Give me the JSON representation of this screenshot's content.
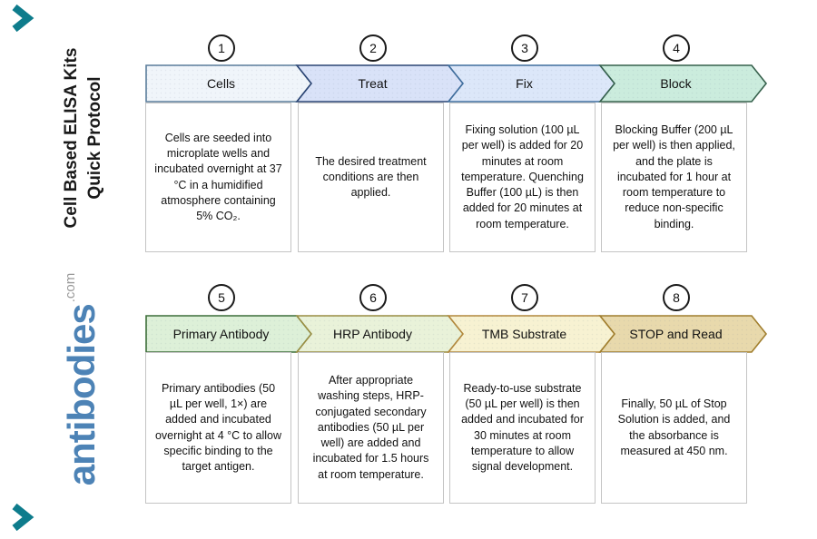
{
  "brand": {
    "logo_text": "antibodies",
    "logo_suffix": ".com",
    "logo_color": "#4d83b6",
    "chevron_color": "#0e7c8c"
  },
  "title": {
    "line1": "Cell Based ELISA Kits",
    "line2": "Quick Protocol"
  },
  "steps": [
    {
      "number": "1",
      "label": "Cells",
      "fill": "#f0f5fa",
      "border": "#5a7d9b",
      "description": "Cells are seeded into microplate wells and incubated overnight at 37 °C in a humidified atmosphere containing 5% CO₂."
    },
    {
      "number": "2",
      "label": "Treat",
      "fill": "#d9e2f8",
      "border": "#2a4473",
      "description": "The desired treatment conditions are then applied."
    },
    {
      "number": "3",
      "label": "Fix",
      "fill": "#dce7f9",
      "border": "#3f6e9e",
      "description": "Fixing solution (100 µL per well) is added for 20 minutes at room temperature. Quenching Buffer (100 µL) is then added for 20 minutes at room temperature."
    },
    {
      "number": "4",
      "label": "Block",
      "fill": "#cbecdd",
      "border": "#35604b",
      "description": "Blocking Buffer (200 µL per well) is then applied, and the plate is incubated for 1 hour at room temperature to reduce non-specific binding."
    },
    {
      "number": "5",
      "label": "Primary Antibody",
      "fill": "#ddf0d8",
      "border": "#3c6e38",
      "description": "Primary antibodies (50 µL per well, 1×) are added and incubated overnight at 4 °C to allow specific binding to the target antigen."
    },
    {
      "number": "6",
      "label": "HRP Antibody",
      "fill": "#e9f2d9",
      "border": "#9a8e42",
      "description": "After appropriate washing steps, HRP-conjugated secondary antibodies (50 µL per well) are added and incubated for 1.5 hours at room temperature."
    },
    {
      "number": "7",
      "label": "TMB Substrate",
      "fill": "#f7f2d2",
      "border": "#b3883c",
      "description": "Ready-to-use substrate (50 µL per well) is then added and incubated for 30 minutes at room temperature to allow signal development."
    },
    {
      "number": "8",
      "label": "STOP and Read",
      "fill": "#e8d9ac",
      "border": "#a17e2d",
      "description": "Finally, 50 µL of Stop Solution is added, and the absorbance is measured at 450 nm."
    }
  ]
}
